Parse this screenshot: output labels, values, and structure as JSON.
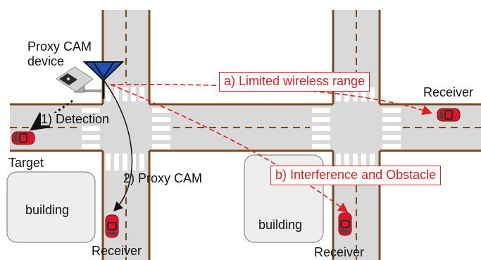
{
  "labels": {
    "proxy_cam_device": "Proxy CAM\ndevice",
    "detection": "1) Detection",
    "proxy_cam": "2) Proxy CAM",
    "target": "Target",
    "receiver_right": "Receiver",
    "receiver_bottom_left": "Receiver",
    "receiver_bottom_right": "Receiver",
    "building_left": "building",
    "building_right": "building"
  },
  "callouts": {
    "limited_range": "a) Limited wireless range",
    "interference": "b) Interference and Obstacle"
  },
  "colors": {
    "road": "#d9d9d9",
    "road_edge": "#7a4a1e",
    "lane_dash": "#7a4a1e",
    "crosswalk": "#ffffff",
    "car": "#d8182a",
    "antenna": "#1f4fb8",
    "signal": "#e02020",
    "building": "#eeeeee"
  },
  "icons": [
    "camera-icon",
    "antenna-icon",
    "car-icon"
  ]
}
